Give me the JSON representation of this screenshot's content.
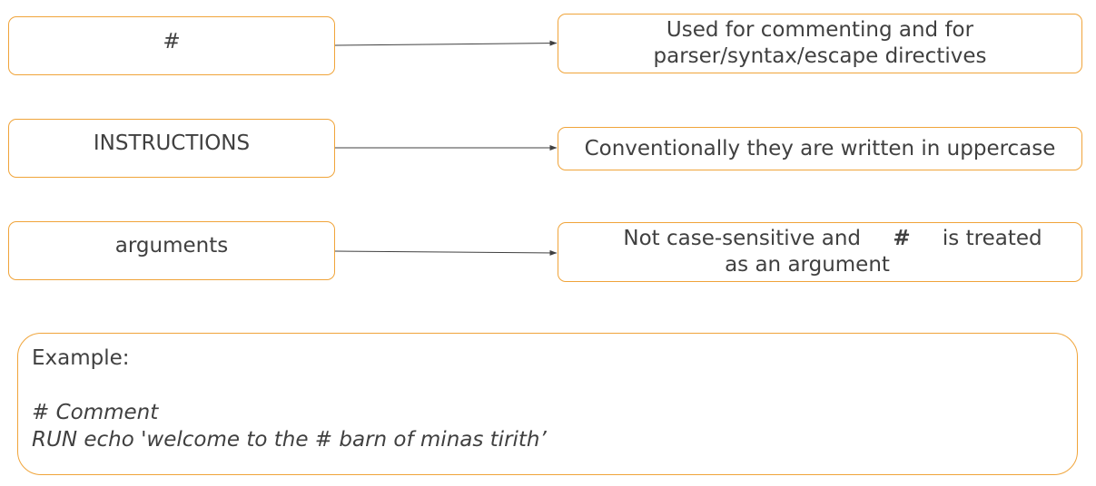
{
  "diagram": {
    "rows": [
      {
        "term": "#",
        "description": "Used for commenting and for parser/syntax/escape directives"
      },
      {
        "term": "INSTRUCTIONS",
        "description": "Conventionally they are written in uppercase"
      },
      {
        "term": "arguments",
        "description_before": "Not case-sensitive and ",
        "description_bold": "#",
        "description_after": " is treated as an argument"
      }
    ]
  },
  "example": {
    "label": "Example:",
    "code_comment": "# Comment",
    "code_run": "RUN echo 'welcome to the # barn of minas tirith’"
  },
  "colors": {
    "box_border": "#f0a43a",
    "text": "#404040",
    "arrow": "#404040"
  }
}
